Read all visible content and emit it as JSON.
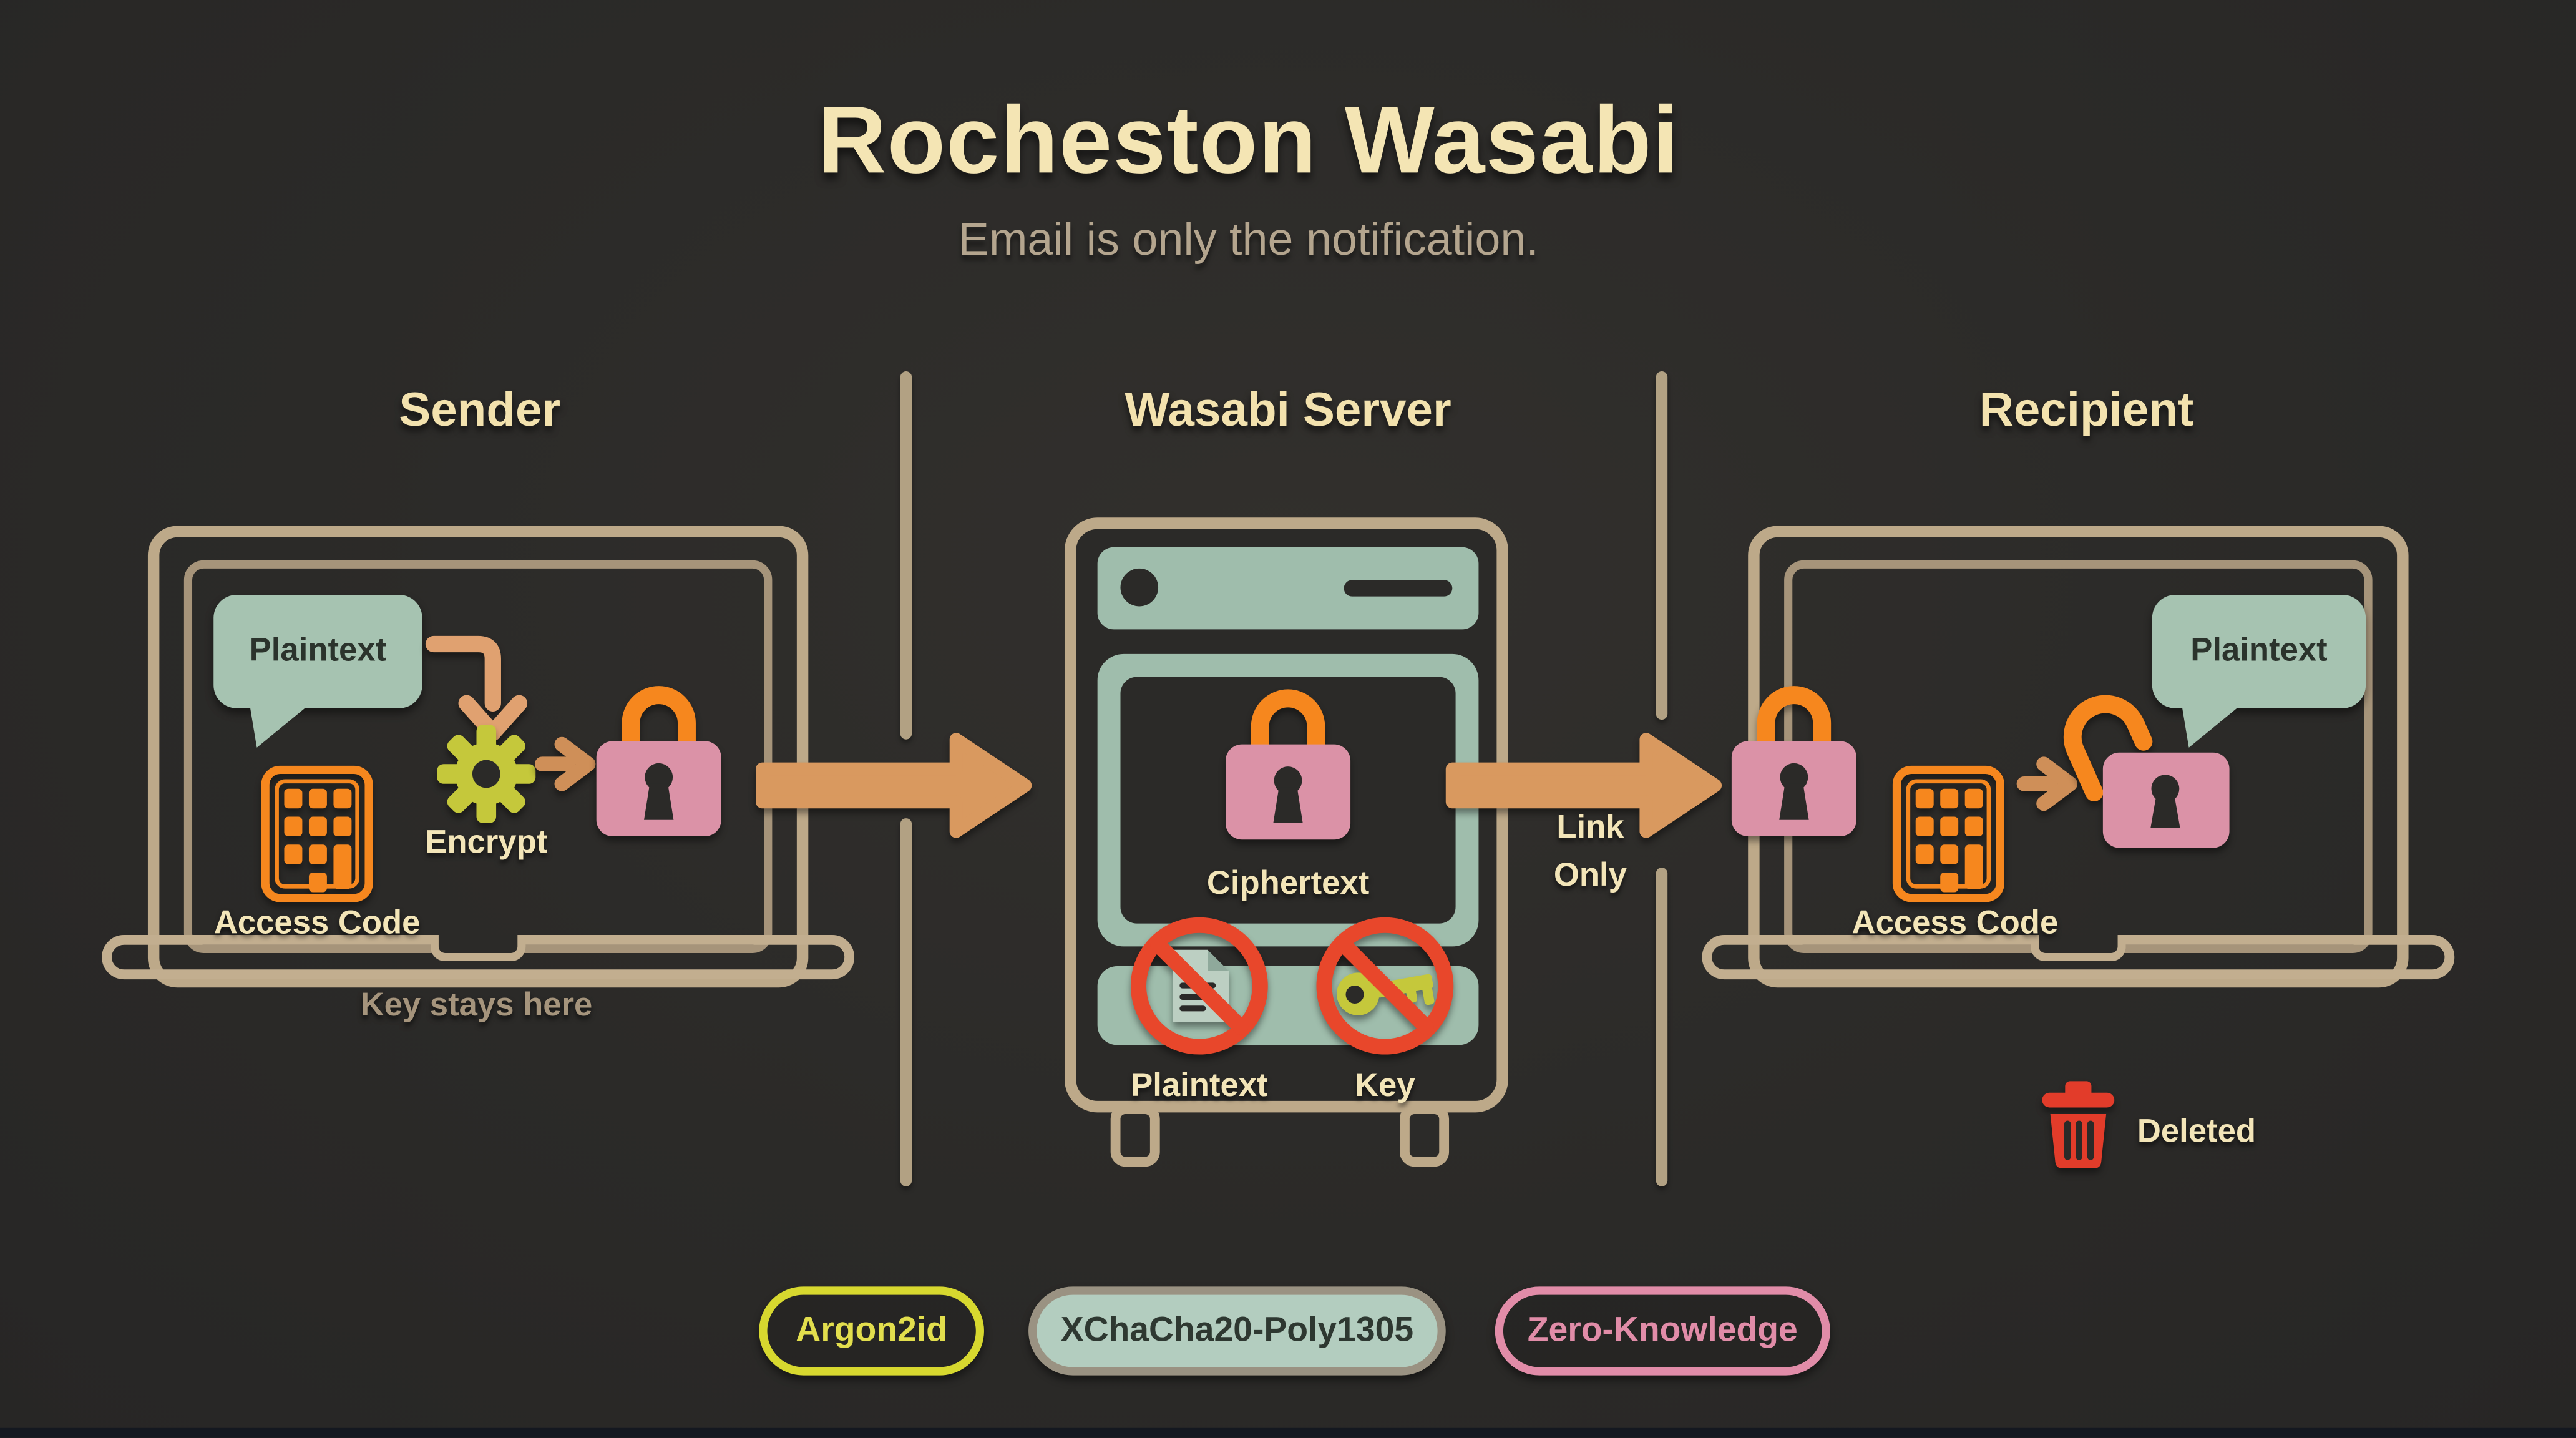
{
  "title": "Rocheston Wasabi",
  "subtitle": "Email is only the notification.",
  "sender": {
    "heading": "Sender",
    "bubble": "Plaintext",
    "encrypt": "Encrypt",
    "access_code": "Access Code",
    "caption": "Key stays here"
  },
  "server": {
    "heading": "Wasabi Server",
    "ciphertext": "Ciphertext",
    "plaintext": "Plaintext",
    "key": "Key"
  },
  "transfer": {
    "line1": "Link",
    "line2": "Only"
  },
  "recipient": {
    "heading": "Recipient",
    "bubble": "Plaintext",
    "access_code": "Access Code",
    "deleted": "Deleted"
  },
  "badges": [
    {
      "label": "Argon2id"
    },
    {
      "label": "XChaCha20-Poly1305"
    },
    {
      "label": "Zero-Knowledge"
    }
  ],
  "colors": {
    "background": "#2b2a28",
    "cream_text": "#f3e5b8",
    "muted_text": "#a5947c",
    "tan_outline": "#bda989",
    "sage": "#9fbdac",
    "pink_lock": "#db92a7",
    "orange": "#f6871e",
    "dusty_arrow": "#d9995f",
    "yellow_green": "#c5c83b",
    "prohibit_red": "#e8472b",
    "trash_red": "#e23c2a"
  }
}
